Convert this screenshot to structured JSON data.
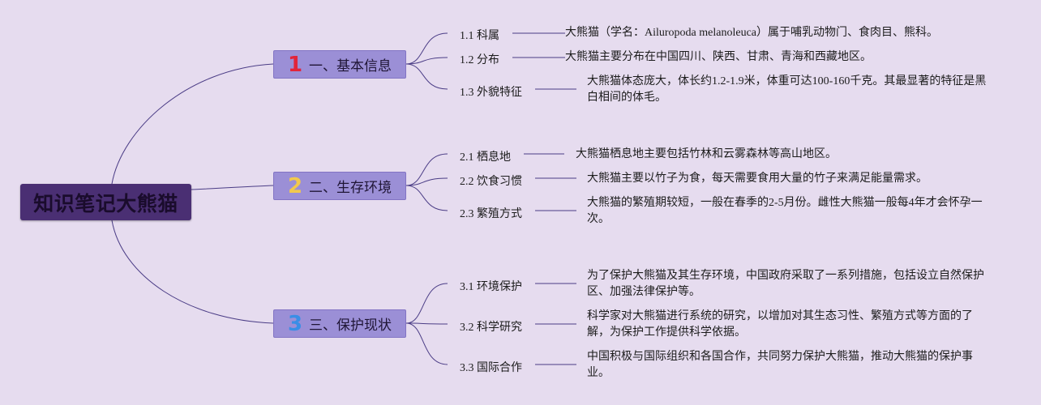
{
  "title": "知识笔记大熊猫",
  "sections": [
    {
      "number": "1",
      "number_color": "#e2243b",
      "label": "一、基本信息",
      "items": [
        {
          "label": "1.1 科属",
          "text": "大熊猫（学名：Ailuropoda melanoleuca）属于哺乳动物门、食肉目、熊科。"
        },
        {
          "label": "1.2 分布",
          "text": "大熊猫主要分布在中国四川、陕西、甘肃、青海和西藏地区。"
        },
        {
          "label": "1.3 外貌特征",
          "text": "大熊猫体态庞大，体长约1.2-1.9米，体重可达100-160千克。其最显著的特征是黑白相间的体毛。"
        }
      ]
    },
    {
      "number": "2",
      "number_color": "#f2c94c",
      "label": "二、生存环境",
      "items": [
        {
          "label": "2.1 栖息地",
          "text": "大熊猫栖息地主要包括竹林和云雾森林等高山地区。"
        },
        {
          "label": "2.2 饮食习惯",
          "text": "大熊猫主要以竹子为食，每天需要食用大量的竹子来满足能量需求。"
        },
        {
          "label": "2.3 繁殖方式",
          "text": "大熊猫的繁殖期较短，一般在春季的2-5月份。雌性大熊猫一般每4年才会怀孕一次。"
        }
      ]
    },
    {
      "number": "3",
      "number_color": "#3a8ee6",
      "label": "三、保护现状",
      "items": [
        {
          "label": "3.1 环境保护",
          "text": "为了保护大熊猫及其生存环境，中国政府采取了一系列措施，包括设立自然保护区、加强法律保护等。"
        },
        {
          "label": "3.2 科学研究",
          "text": "科学家对大熊猫进行系统的研究，以增加对其生态习性、繁殖方式等方面的了解，为保护工作提供科学依据。"
        },
        {
          "label": "3.3 国际合作",
          "text": "中国积极与国际组织和各国合作，共同努力保护大熊猫，推动大熊猫的保护事业。"
        }
      ]
    }
  ]
}
